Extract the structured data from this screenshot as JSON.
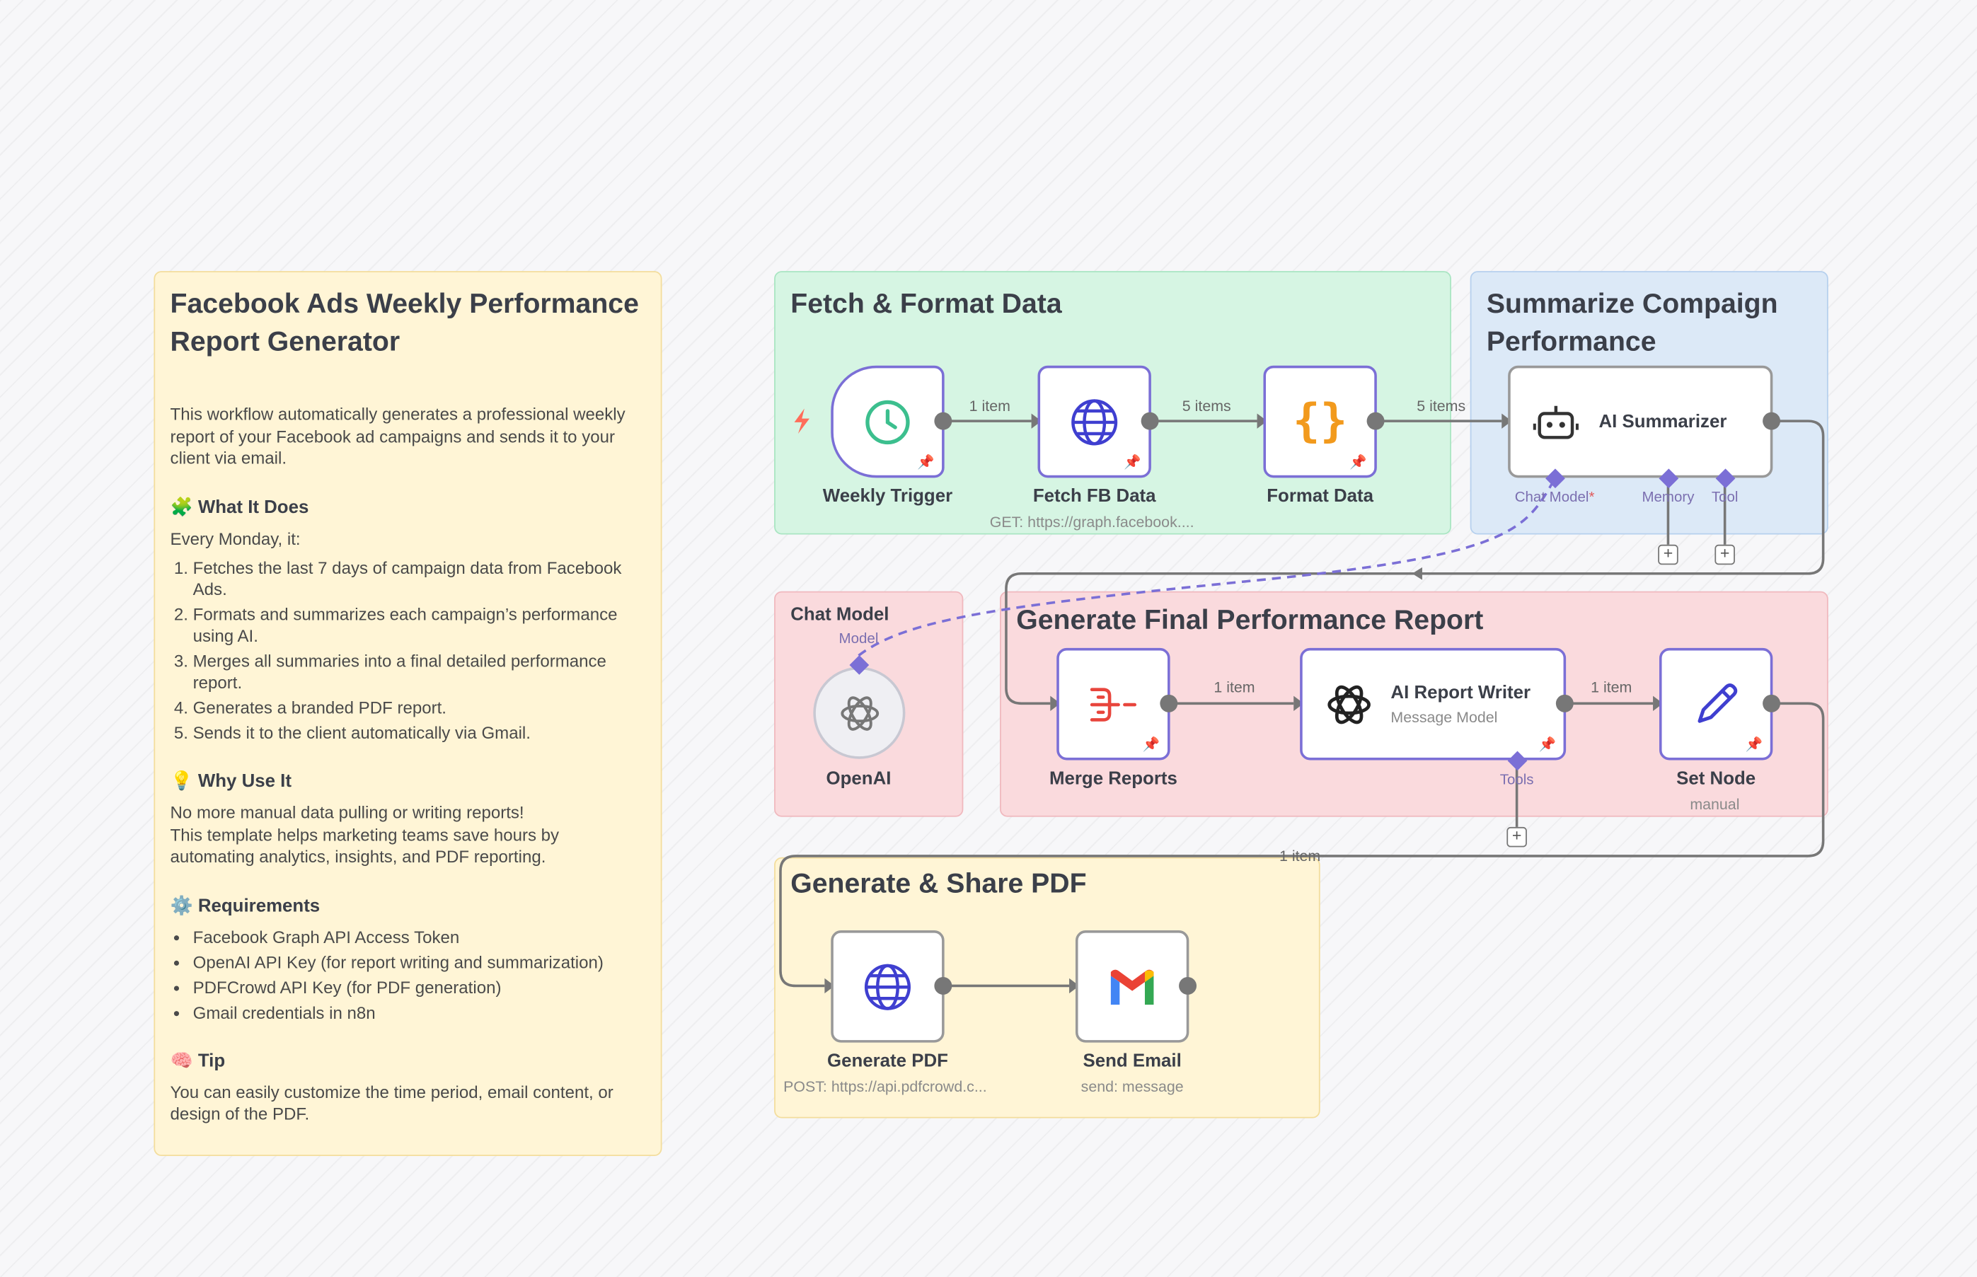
{
  "note": {
    "title": "Facebook Ads Weekly Performance Report Generator",
    "intro": "This workflow automatically generates a professional weekly report of your Facebook ad campaigns and sends it to your client via email.",
    "what_heading": "What It Does",
    "what_intro": "Every Monday, it:",
    "what_items": [
      "Fetches the last 7 days of campaign data from Facebook Ads.",
      "Formats and summarizes each campaign’s performance using AI.",
      "Merges all summaries into a final detailed performance report.",
      "Generates a branded PDF report.",
      "Sends it to the client automatically via Gmail."
    ],
    "why_heading": "Why Use It",
    "why_line1": "No more manual data pulling or writing reports!",
    "why_line2": "This template helps marketing teams save hours by automating analytics, insights, and PDF reporting.",
    "req_heading": "Requirements",
    "req_items": [
      "Facebook Graph API Access Token",
      "OpenAI API Key (for report writing and summarization)",
      "PDFCrowd API Key (for PDF generation)",
      "Gmail credentials in n8n"
    ],
    "tip_heading": "Tip",
    "tip_text": "You can easily customize the time period, email content, or design of the PDF."
  },
  "groups": {
    "fetch": "Fetch & Format Data",
    "summarize": "Summarize Compaign Performance",
    "chat_model": "Chat Model",
    "final_report": "Generate Final Performance Report",
    "pdf": "Generate & Share PDF"
  },
  "nodes": {
    "weekly_trigger": "Weekly Trigger",
    "fetch_fb": "Fetch FB Data",
    "fetch_fb_sub": "GET: https://graph.facebook....",
    "format_data": "Format Data",
    "ai_summarizer": "AI Summarizer",
    "openai": "OpenAI",
    "merge_reports": "Merge Reports",
    "ai_report_writer": "AI Report Writer",
    "ai_report_writer_sub": "Message Model",
    "set_node": "Set Node",
    "set_node_sub": "manual",
    "generate_pdf": "Generate PDF",
    "generate_pdf_sub": "POST: https://api.pdfcrowd.c...",
    "send_email": "Send Email",
    "send_email_sub": "send: message"
  },
  "ports": {
    "chat_model": "Chat Model",
    "required_mark": "*",
    "memory": "Memory",
    "tool": "Tool",
    "model": "Model",
    "tools": "Tools"
  },
  "edges": {
    "e1": "1 item",
    "e2": "5 items",
    "e3": "5 items",
    "e4": "1 item",
    "e5": "1 item",
    "e6": "1 item"
  },
  "icons": {
    "trigger_bolt": "lightning-icon",
    "weekly_trigger": "clock-icon",
    "fetch_fb": "globe-icon",
    "format_data": "braces-icon",
    "ai_summarizer": "robot-icon",
    "openai": "openai-icon",
    "merge_reports": "merge-icon",
    "ai_report_writer": "openai-icon",
    "set_node": "pencil-icon",
    "generate_pdf": "globe-icon",
    "send_email": "gmail-icon",
    "pinned": "pin-icon"
  },
  "colors": {
    "node_border": "#7b6fd6",
    "green_group": "#d6f5e3",
    "blue_group": "#dce9f7",
    "red_group": "#fadadd",
    "yellow_group": "#fff5d6"
  }
}
